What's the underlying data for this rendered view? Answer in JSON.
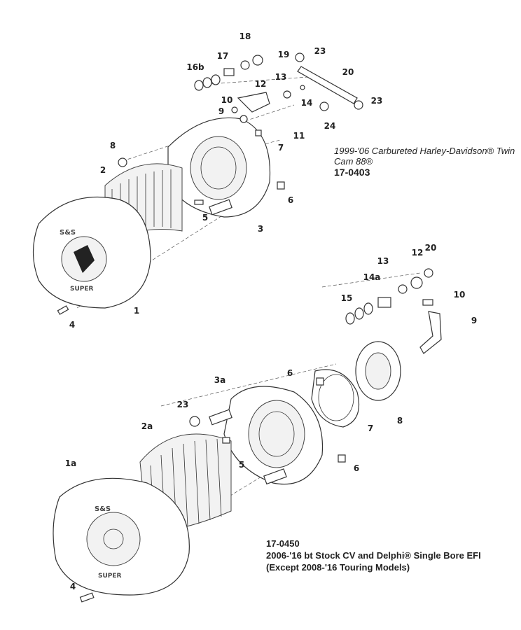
{
  "diagram1": {
    "caption": "1999-'06 Carbureted Harley-Davidson® Twin Cam 88®",
    "part_number": "17-0403",
    "callouts": [
      "18",
      "17",
      "19",
      "23",
      "16b",
      "20",
      "13",
      "12",
      "14",
      "23",
      "10",
      "9",
      "11",
      "24",
      "8",
      "7",
      "2",
      "6",
      "5",
      "3",
      "1",
      "4"
    ],
    "logo_text": [
      "S&S",
      "SUPER"
    ]
  },
  "diagram2": {
    "part_number": "17-0450",
    "caption_line1": "2006-'16 bt Stock CV and Delphi® Single Bore EFI",
    "caption_line2": "(Except 2008-'16 Touring Models)",
    "callouts": [
      "20",
      "12",
      "13",
      "14a",
      "15",
      "10",
      "9",
      "6",
      "3a",
      "23",
      "2a",
      "7",
      "8",
      "5",
      "6",
      "1a",
      "4"
    ],
    "logo_text": [
      "S&S",
      "SUPER"
    ]
  }
}
